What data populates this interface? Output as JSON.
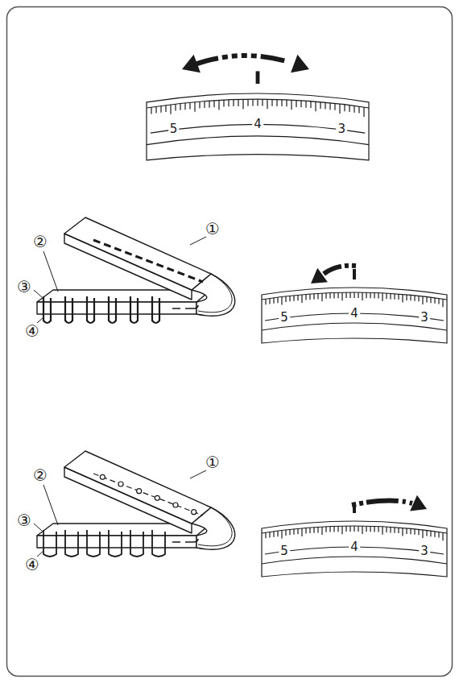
{
  "diagram": {
    "labels": [
      "5",
      "4",
      "3",
      "①",
      "②",
      "③",
      "5",
      "4",
      "3",
      "④",
      "①",
      "②",
      "③",
      "5",
      "4",
      "3",
      "④"
    ]
  }
}
